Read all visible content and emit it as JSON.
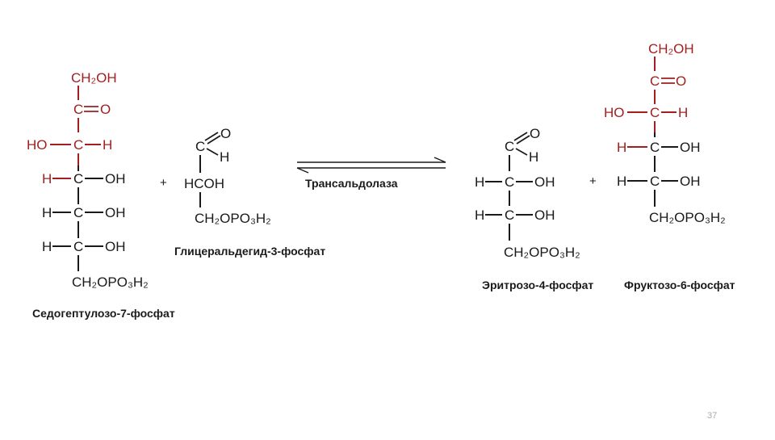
{
  "colors": {
    "red": "#a31f1f",
    "black": "#1a1a1a",
    "page_number": "#aaaaaa"
  },
  "reaction": {
    "enzyme": "Трансальдолаза",
    "plus_left": "+",
    "plus_right": "+"
  },
  "compounds": {
    "sedoheptulose": {
      "name": "Седогептулозо-7-фосфат",
      "ch2oh": "CH₂OH",
      "c": "C",
      "o": "O",
      "ho": "HO",
      "h": "H",
      "oh": "OH",
      "ch2opo3h2": "CH₂OPO₃H₂"
    },
    "glyceraldehyde": {
      "name": "Глицеральдегид-3-фосфат",
      "c": "C",
      "o": "O",
      "h": "H",
      "hcoh": "HCOH",
      "ch2opo3h2": "CH₂OPO₃H₂"
    },
    "erythrose": {
      "name": "Эритрозо-4-фосфат",
      "c": "C",
      "o": "O",
      "h": "H",
      "oh": "OH",
      "ch2opo3h2": "CH₂OPO₃H₂"
    },
    "fructose": {
      "name": "Фруктозо-6-фосфат",
      "ch2oh": "CH₂OH",
      "c": "C",
      "o": "O",
      "ho": "HO",
      "h": "H",
      "oh": "OH",
      "ch2opo3h2": "CH₂OPO₃H₂"
    }
  },
  "page_number": "37"
}
